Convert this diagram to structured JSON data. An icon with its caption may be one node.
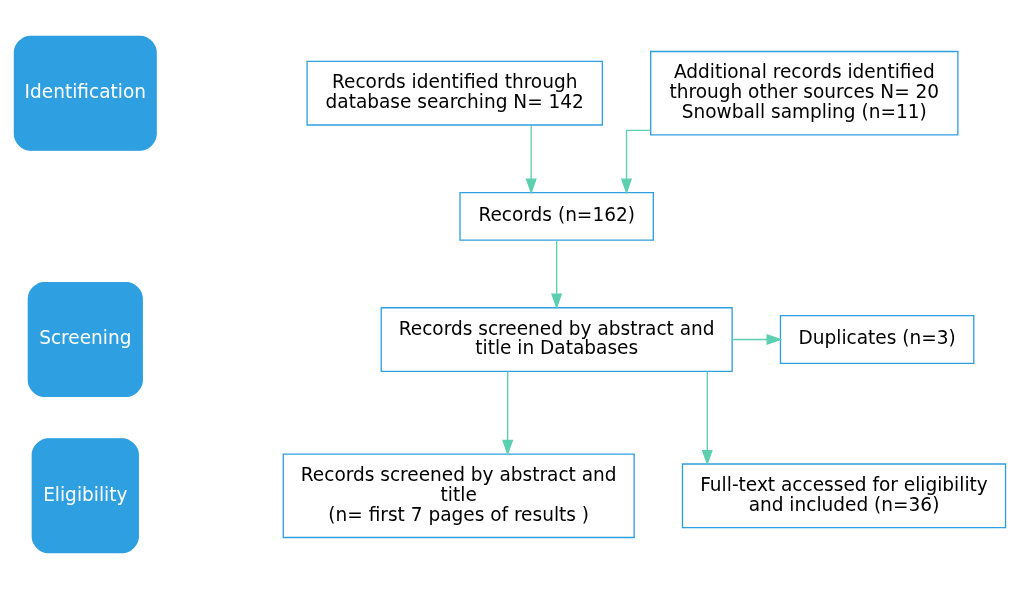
{
  "diagram": {
    "nodes": [
      {
        "text": [
          "Identification"
        ]
      },
      {
        "text": [
          "Screening"
        ]
      },
      {
        "text": [
          "Eligibility"
        ]
      },
      {
        "text": [
          "Records identified through database searching N= 142"
        ]
      },
      {
        "text": [
          "Additional records identified through other sources N= 20",
          "Snowball sampling (n=11)"
        ]
      },
      {
        "text": [
          "Records (n=162)"
        ]
      },
      {
        "text": [
          "Records screened by abstract and title in Databases"
        ]
      },
      {
        "text": [
          "Duplicates (n=3)"
        ]
      },
      {
        "text": [
          "Records screened by abstract and title",
          "(n= first 7 pages of results )"
        ]
      },
      {
        "text": [
          "Full-text accessed for eligibility and included (n=36)"
        ]
      }
    ],
    "edges": [
      {
        "from": 3,
        "to": 5,
        "arrow": "to"
      },
      {
        "from": 4,
        "to": 5,
        "arrow": "to"
      },
      {
        "from": 5,
        "to": 6,
        "arrow": "to"
      },
      {
        "from": 6,
        "to": 7,
        "arrow": "to"
      },
      {
        "from": 6,
        "to": 8,
        "arrow": "to"
      },
      {
        "from": 6,
        "to": 9,
        "arrow": "to"
      }
    ]
  }
}
